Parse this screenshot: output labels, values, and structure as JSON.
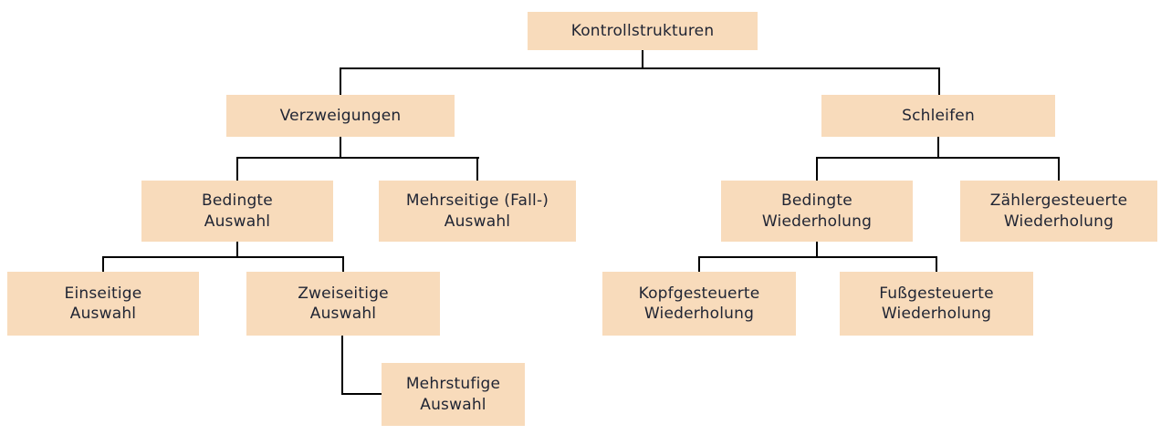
{
  "colors": {
    "box-fill": "#F8DBBB",
    "box-text": "#1F2433",
    "line": "#000000",
    "background": "#FFFFFF"
  },
  "nodes": {
    "root": {
      "label": "Kontrollstrukturen"
    },
    "verzweigungen": {
      "label": "Verzweigungen"
    },
    "schleifen": {
      "label": "Schleifen"
    },
    "bedingte_auswahl": {
      "label": "Bedingte\nAuswahl"
    },
    "mehrseitige_auswahl": {
      "label": "Mehrseitige (Fall-)\nAuswahl"
    },
    "bedingte_wiederholung": {
      "label": "Bedingte\nWiederholung"
    },
    "zaehlergesteuerte_wiederholung": {
      "label": "Zählergesteuerte\nWiederholung"
    },
    "einseitige_auswahl": {
      "label": "Einseitige\nAuswahl"
    },
    "zweiseitige_auswahl": {
      "label": "Zweiseitige\nAuswahl"
    },
    "kopfgesteuerte_wiederholung": {
      "label": "Kopfgesteuerte\nWiederholung"
    },
    "fussgesteuerte_wiederholung": {
      "label": "Fußgesteuerte\nWiederholung"
    },
    "mehrstufige_auswahl": {
      "label": "Mehrstufige\nAuswahl"
    }
  },
  "hierarchy": {
    "Kontrollstrukturen": [
      "Verzweigungen",
      "Schleifen"
    ],
    "Verzweigungen": [
      "Bedingte Auswahl",
      "Mehrseitige (Fall-) Auswahl"
    ],
    "Bedingte Auswahl": [
      "Einseitige Auswahl",
      "Zweiseitige Auswahl"
    ],
    "Zweiseitige Auswahl": [
      "Mehrstufige Auswahl"
    ],
    "Schleifen": [
      "Bedingte Wiederholung",
      "Zählergesteuerte Wiederholung"
    ],
    "Bedingte Wiederholung": [
      "Kopfgesteuerte Wiederholung",
      "Fußgesteuerte Wiederholung"
    ]
  }
}
